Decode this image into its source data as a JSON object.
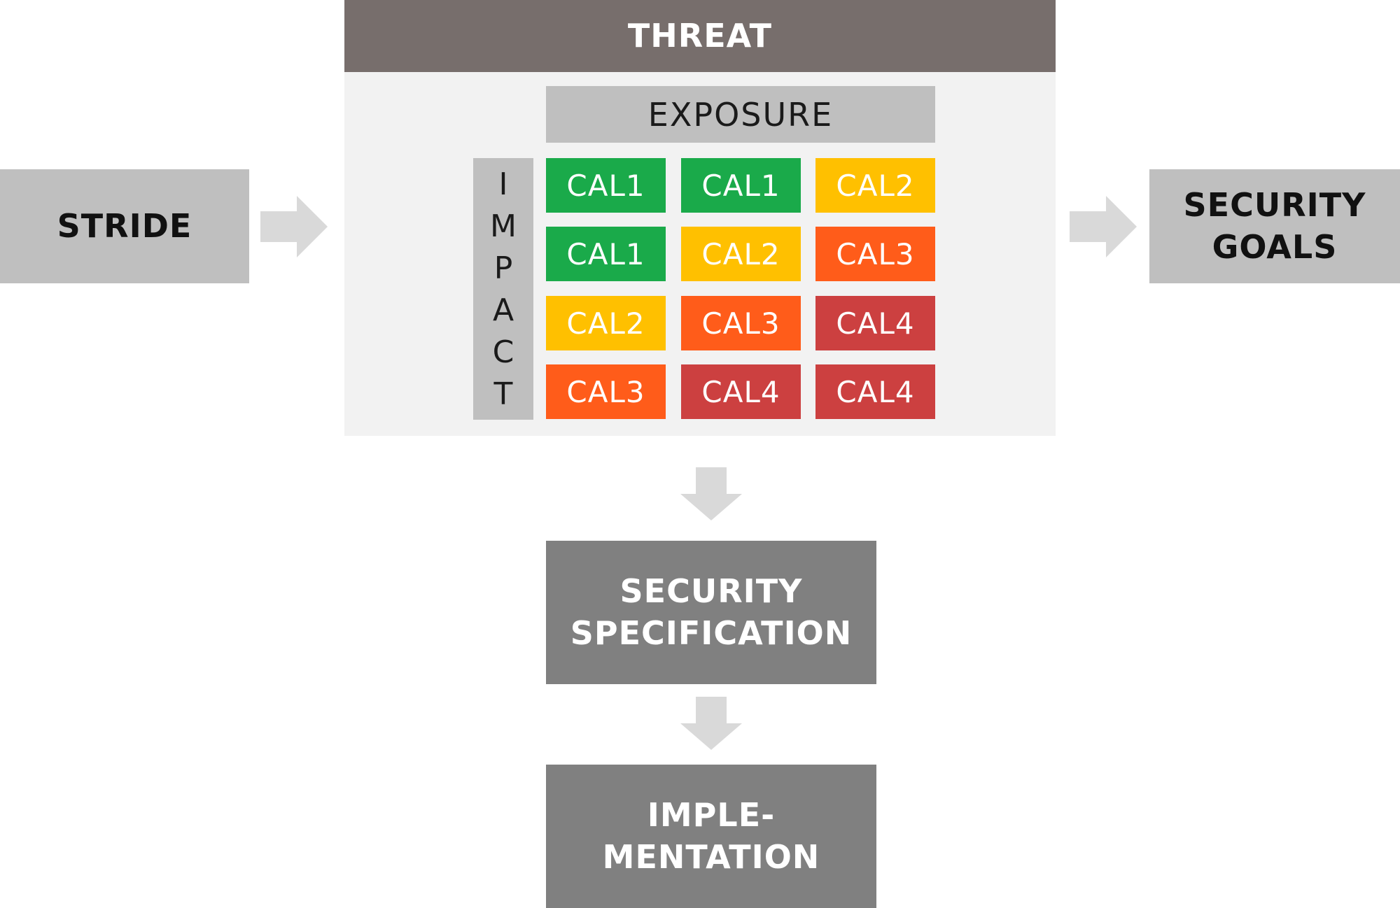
{
  "threat": {
    "title": "THREAT"
  },
  "exposure": {
    "label": "EXPOSURE"
  },
  "impact": {
    "letters": [
      "I",
      "M",
      "P",
      "A",
      "C",
      "T"
    ]
  },
  "stride": {
    "label": "STRIDE"
  },
  "security_goals": {
    "line1": "SECURITY",
    "line2": "GOALS"
  },
  "security_specification": {
    "line1": "SECURITY",
    "line2": "SPECIFICATION"
  },
  "implementation": {
    "line1": "IMPLE-",
    "line2": "MENTATION"
  },
  "matrix": {
    "rows": [
      [
        {
          "label": "CAL1",
          "color": "#1aaa4a"
        },
        {
          "label": "CAL1",
          "color": "#1aaa4a"
        },
        {
          "label": "CAL2",
          "color": "#ffc000"
        }
      ],
      [
        {
          "label": "CAL1",
          "color": "#1aaa4a"
        },
        {
          "label": "CAL2",
          "color": "#ffc000"
        },
        {
          "label": "CAL3",
          "color": "#ff5c1a"
        }
      ],
      [
        {
          "label": "CAL2",
          "color": "#ffc000"
        },
        {
          "label": "CAL3",
          "color": "#ff5c1a"
        },
        {
          "label": "CAL4",
          "color": "#cc4040"
        }
      ],
      [
        {
          "label": "CAL3",
          "color": "#ff5c1a"
        },
        {
          "label": "CAL4",
          "color": "#cc4040"
        },
        {
          "label": "CAL4",
          "color": "#cc4040"
        }
      ]
    ]
  },
  "colors": {
    "threat_header": "#776e6c",
    "panel": "#f2f2f2",
    "light_box": "#bfbfbf",
    "dark_box": "#808080",
    "arrow": "#d9d9d9"
  }
}
